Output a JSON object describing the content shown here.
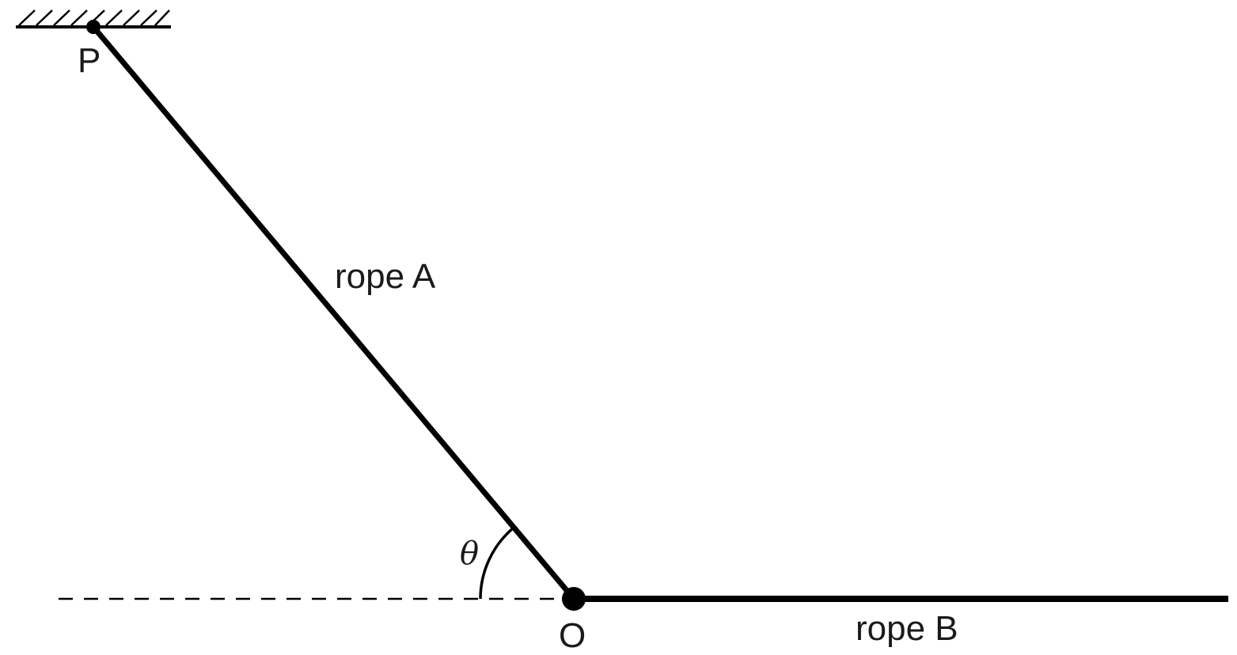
{
  "labels": {
    "point_p": "P",
    "point_o": "O",
    "rope_a": "rope A",
    "rope_b": "rope B",
    "angle": "θ"
  },
  "colors": {
    "ink": "#000000",
    "text": "#1a1a1a",
    "background": "#ffffff"
  }
}
